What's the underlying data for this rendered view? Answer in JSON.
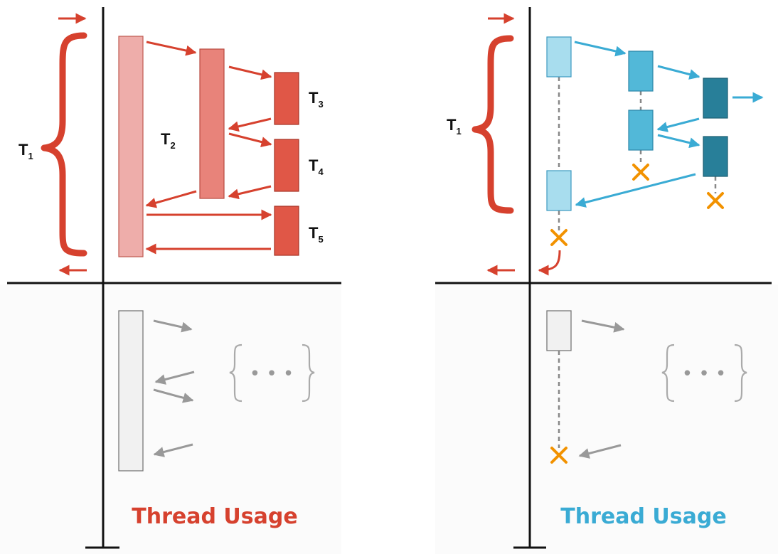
{
  "colors": {
    "background": "#ffffff",
    "faded_background": "#fbfbfb",
    "axis": "#111111",
    "red": "#d6412e",
    "red_light": "#eeadaa",
    "red_mid": "#e8837a",
    "red_dark": "#e05747",
    "blue": "#3aabd4",
    "blue_light": "#a8ddee",
    "blue_mid": "#52b8d8",
    "blue_dark": "#287f99",
    "gray": "#999999",
    "gray_box": "#f1f1f1",
    "orange": "#f29200",
    "title_red": "#d6412e",
    "title_blue": "#3aabd4"
  },
  "left_panel": {
    "labels": {
      "t1": {
        "main": "T",
        "sub": "1"
      },
      "t2": {
        "main": "T",
        "sub": "2"
      },
      "t3": {
        "main": "T",
        "sub": "3"
      },
      "t4": {
        "main": "T",
        "sub": "4"
      },
      "t5": {
        "main": "T",
        "sub": "5"
      }
    },
    "ellipsis": "• • •",
    "title": "Thread Usage"
  },
  "right_panel": {
    "labels": {
      "t1": {
        "main": "T",
        "sub": "1"
      }
    },
    "ellipsis": "• • •",
    "title": "Thread Usage"
  }
}
